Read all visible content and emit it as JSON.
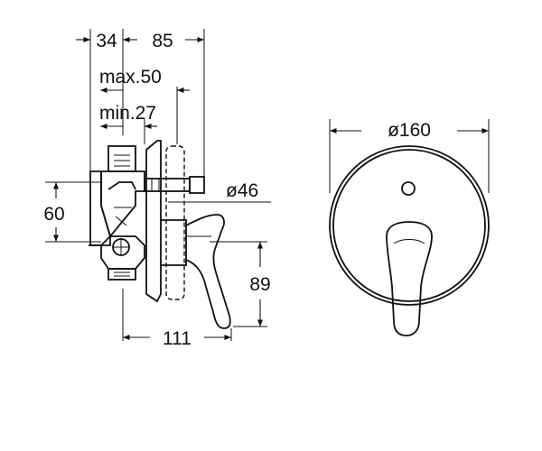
{
  "dimensions": {
    "d34": "34",
    "d85": "85",
    "max50": "max.50",
    "min27": "min.27",
    "dia46": "ø46",
    "d60": "60",
    "d89": "89",
    "d111": "111",
    "dia160": "ø160"
  },
  "colors": {
    "line": "#111111",
    "background": "#ffffff"
  }
}
